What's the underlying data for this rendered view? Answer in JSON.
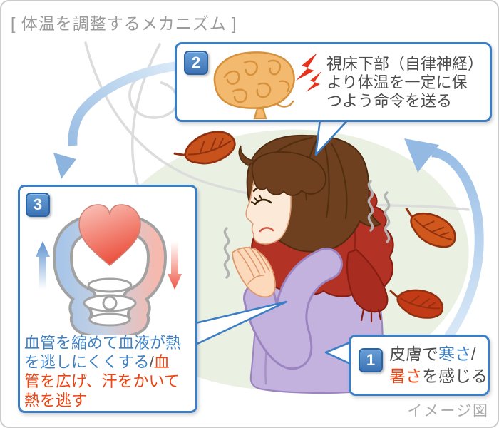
{
  "title": "[ 体温を調整するメカニズム ]",
  "footer_note": "イメージ図",
  "steps": {
    "step1": {
      "number": "1",
      "text_pre": "皮膚で",
      "text_cold": "寒さ",
      "text_slash": "/",
      "text_hot": "暑さ",
      "text_post": "を感じる"
    },
    "step2": {
      "number": "2",
      "lines": [
        "視床下部（自律神経）",
        "より体温を一定に保",
        "つよう命令を送る"
      ]
    },
    "step3": {
      "number": "3",
      "cool_text": "血管を縮めて血液が熱を逃しにくくする",
      "separator": "/",
      "warm_text": "血管を広げ、汗をかいて熱を逃す"
    }
  },
  "icons": {
    "brain": "brain-icon",
    "spark": "nerve-spark-icon",
    "heart": "heart-icon",
    "vessels": "blood-vessel-loop-icon",
    "up_arrow": "cool-up-arrow-icon",
    "down_arrow": "warm-down-arrow-icon",
    "leaf": "autumn-leaf-icon",
    "cycle_arrow": "cycle-arrow-icon",
    "shiver": "shiver-squiggle-icon",
    "woman": "shivering-woman-illustration"
  },
  "colors": {
    "box_border": "#3b7ec6",
    "badge_blue": "#4a85c8",
    "text_dark": "#4d4d4d",
    "cold_blue": "#3f80c2",
    "heat_red": "#ef4412",
    "arrow_blue": "#8fb6e0",
    "bg_ellipse_green": "#eaf1e2",
    "scarf_red": "#b23226",
    "sweater_purple": "#c3b2de",
    "brain_orange": "#f3b96f",
    "leaf_orange": "#c8521c"
  }
}
